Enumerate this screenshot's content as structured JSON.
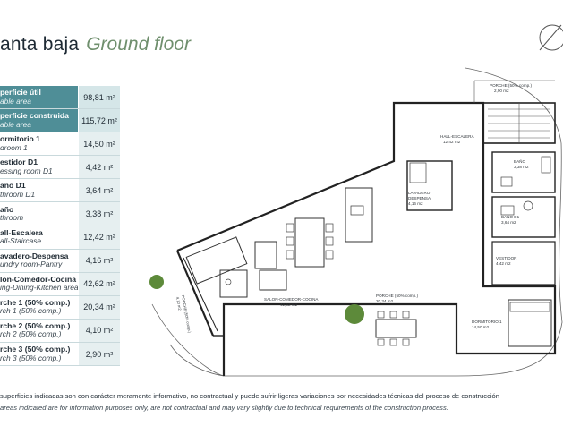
{
  "header": {
    "title_es": "anta baja",
    "title_en": "Ground floor"
  },
  "areas": [
    {
      "es": "perficie útil",
      "en": "able area",
      "value": "98,81 m²",
      "highlight": true
    },
    {
      "es": "perficie construida",
      "en": "able area",
      "value": "115,72 m²",
      "highlight": true
    },
    {
      "es": "ormitorio 1",
      "en": "droom 1",
      "value": "14,50 m²",
      "highlight": false
    },
    {
      "es": "estidor D1",
      "en": "essing room D1",
      "value": "4,42 m²",
      "highlight": false
    },
    {
      "es": "año D1",
      "en": "throom D1",
      "value": "3,64 m²",
      "highlight": false
    },
    {
      "es": "año",
      "en": "throom",
      "value": "3,38 m²",
      "highlight": false
    },
    {
      "es": "all-Escalera",
      "en": "all-Staircase",
      "value": "12,42 m²",
      "highlight": false
    },
    {
      "es": "avadero-Despensa",
      "en": "undry room-Pantry",
      "value": "4,16 m²",
      "highlight": false
    },
    {
      "es": "lón-Comedor-Cocina",
      "en": "ing-Dining-Kitchen area",
      "value": "42,62 m²",
      "highlight": false
    },
    {
      "es": "rche 1 (50% comp.)",
      "en": "rch 1 (50% comp.)",
      "value": "20,34 m²",
      "highlight": false
    },
    {
      "es": "rche 2 (50% comp.)",
      "en": "rch 2 (50% comp.)",
      "value": "4,10 m²",
      "highlight": false
    },
    {
      "es": "rche 3 (50% comp.)",
      "en": "rch 3 (50% comp.)",
      "value": "2,90 m²",
      "highlight": false
    }
  ],
  "plan_labels": {
    "porche3": "PORCHE (50% comp.)",
    "porche3_area": "2,90 m2",
    "hall": "HALL-ESCALERA",
    "hall_area": "12,42 m2",
    "bano": "BAÑO",
    "bano_area": "3,38 m2",
    "lavadero": "LAVADERO",
    "despensa": "DESPENSA",
    "lavadero_area": "4,16 m2",
    "bano_d1": "BAÑO D1",
    "bano_d1_area": "3,64 m2",
    "vestidor": "VESTIDOR",
    "vestidor_area": "4,42 m2",
    "salon": "SALON-COMEDOR-COCINA",
    "salon_area": "42,62 m2",
    "porche1": "PORCHE (50% comp.)",
    "porche1_area": "20,34 m2",
    "porche2": "PORCHE (50% comp.)",
    "porche2_area": "4,10 m2",
    "dormitorio": "DORMITORIO 1",
    "dormitorio_area": "14,50 m2"
  },
  "footer": {
    "line_es": "superficies indicadas son con carácter meramente informativo, no contractual y puede sufrir ligeras variaciones por necesidades técnicas del proceso de construcción",
    "line_en": "areas indicated are for information purposes only, are not contractual and may vary slightly due to technical requirements of the construction process."
  },
  "colors": {
    "accent": "#4f8e97",
    "title_en": "#6f8f6d",
    "cell_bg": "#e6eff0"
  }
}
